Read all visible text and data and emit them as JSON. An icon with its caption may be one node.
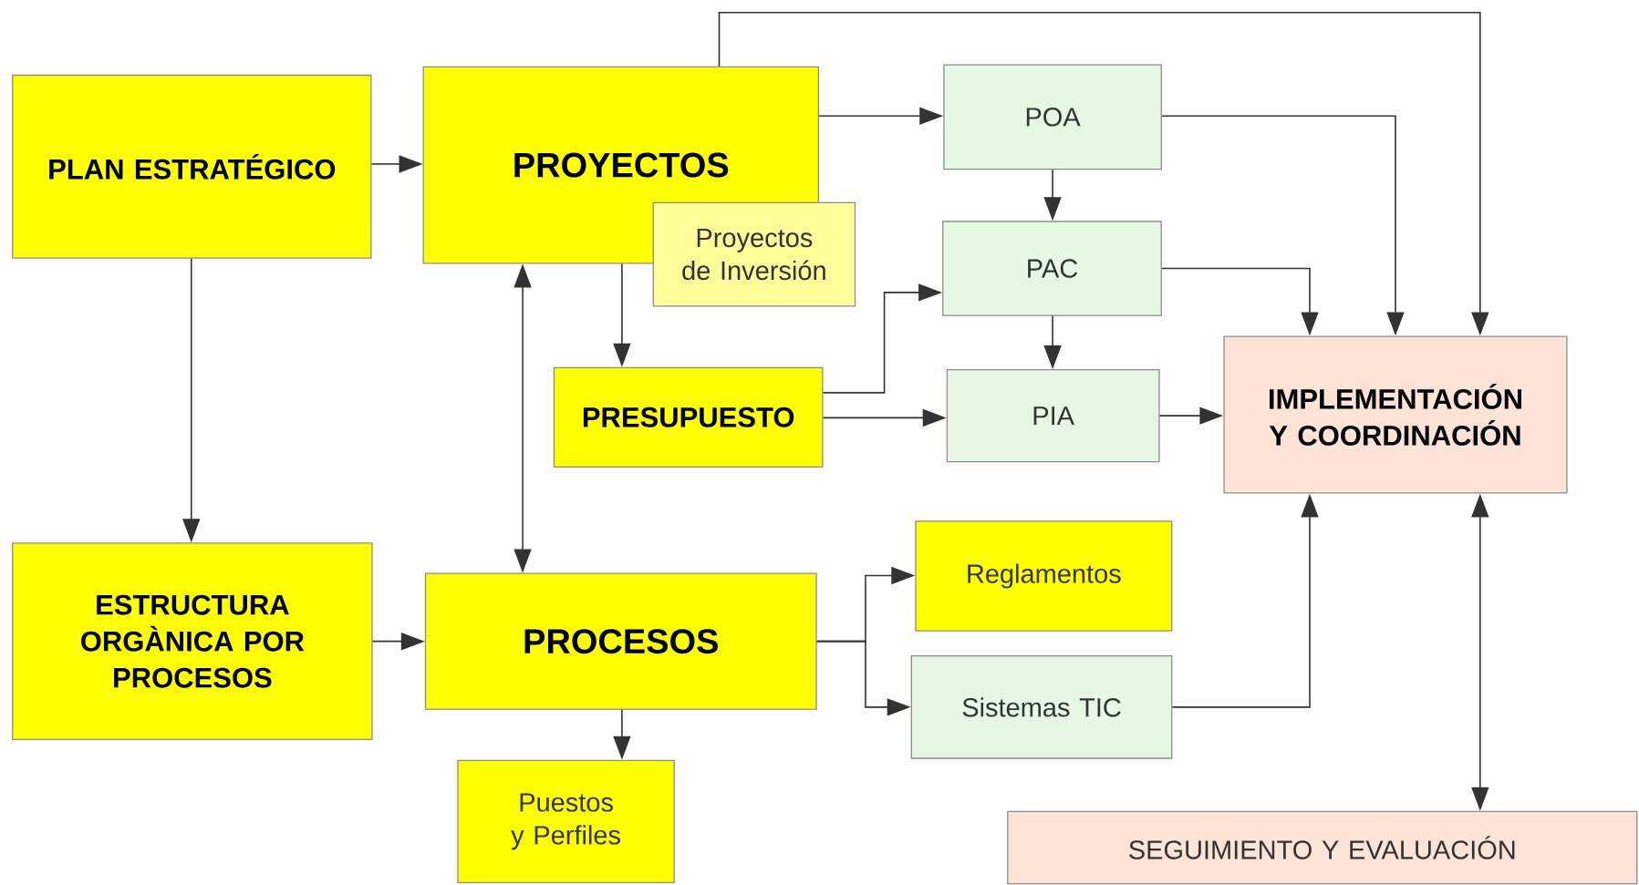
{
  "diagram": {
    "nodes": [
      {
        "text": [
          "PLAN ESTRATÉGICO"
        ]
      },
      {
        "text": [
          "PROYECTOS"
        ]
      },
      {
        "text": [
          "Proyectos de Inversión"
        ]
      },
      {
        "text": [
          "POA"
        ]
      },
      {
        "text": [
          "PAC"
        ]
      },
      {
        "text": [
          "PRESUPUESTO"
        ]
      },
      {
        "text": [
          "PIA"
        ]
      },
      {
        "text": [
          "IMPLEMENTACIÓN Y COORDINACIÓN"
        ]
      },
      {
        "text": [
          "ESTRUCTURA ORGÀNICA POR PROCESOS"
        ]
      },
      {
        "text": [
          "PROCESOS"
        ]
      },
      {
        "text": [
          "Reglamentos"
        ]
      },
      {
        "text": [
          "Sistemas TIC"
        ]
      },
      {
        "text": [
          "Puestos y Perfiles"
        ]
      },
      {
        "text": [
          "SEGUIMIENTO Y EVALUACIÓN"
        ]
      }
    ],
    "edges": [
      {
        "from": 0,
        "to": 1,
        "arrow": "to"
      },
      {
        "from": 0,
        "to": 8,
        "arrow": "to"
      },
      {
        "from": 1,
        "to": 3,
        "arrow": "to"
      },
      {
        "from": 1,
        "to": 7,
        "arrow": "to"
      },
      {
        "from": 1,
        "to": 5,
        "arrow": "to"
      },
      {
        "from": 1,
        "to": 9,
        "arrow": "both"
      },
      {
        "from": 3,
        "to": 4,
        "arrow": "to"
      },
      {
        "from": 3,
        "to": 7,
        "arrow": "to"
      },
      {
        "from": 4,
        "to": 6,
        "arrow": "to"
      },
      {
        "from": 4,
        "to": 7,
        "arrow": "to"
      },
      {
        "from": 5,
        "to": 4,
        "arrow": "to"
      },
      {
        "from": 5,
        "to": 6,
        "arrow": "to"
      },
      {
        "from": 6,
        "to": 7,
        "arrow": "to"
      },
      {
        "from": 8,
        "to": 9,
        "arrow": "to"
      },
      {
        "from": 9,
        "to": 10,
        "arrow": "to"
      },
      {
        "from": 9,
        "to": 11,
        "arrow": "to"
      },
      {
        "from": 9,
        "to": 12,
        "arrow": "to"
      },
      {
        "from": 11,
        "to": 7,
        "arrow": "to"
      },
      {
        "from": 7,
        "to": 13,
        "arrow": "both"
      }
    ]
  }
}
